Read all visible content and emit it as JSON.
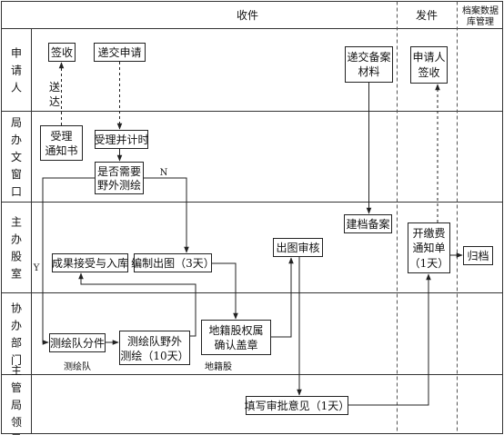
{
  "columns": {
    "receive": "收件",
    "send": "发件",
    "archive_line1": "档案数据",
    "archive_line2": "库管理"
  },
  "lanes": {
    "applicant": "申请人",
    "window": "局办文窗口",
    "main_office": "主办股室",
    "assist_dept": "协办部门",
    "leader": "主管局领导"
  },
  "boxes": {
    "sign_receive": "签收",
    "submit_application": "递交申请",
    "submit_record_materials": [
      "递交备案",
      "材料"
    ],
    "applicant_sign": [
      "申请人",
      "签收"
    ],
    "accept_notice": [
      "受理",
      "通知书"
    ],
    "accept_timing": "受理并计时",
    "need_survey": [
      "是否需要",
      "野外测绘"
    ],
    "archive_record": "建档备案",
    "fee_notice": [
      "开缴费",
      "通知单",
      "（1天）"
    ],
    "file": "归档",
    "review": "出图审核",
    "accept_results": "成果接受与入库",
    "make_map": "编制出图（3天）",
    "assign_team": "测绘队分件",
    "field_survey": [
      "测绘队野外",
      "测绘（10天）"
    ],
    "confirm_seal": [
      "地籍股权属",
      "确认盖章"
    ],
    "approval": "填写审批意见（1天）"
  },
  "labels": {
    "deliver": [
      "送",
      "达"
    ],
    "no": "N",
    "yes": "Y",
    "survey_team": "测绘队",
    "cadastral": "地籍股"
  }
}
